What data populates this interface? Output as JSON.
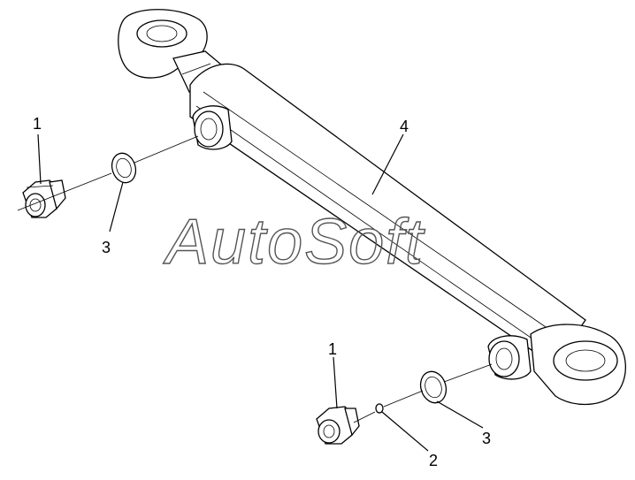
{
  "watermark": "AutoSoft",
  "callouts": {
    "c1_top": "1",
    "c3_left": "3",
    "c4": "4",
    "c1_bottom": "1",
    "c2": "2",
    "c3_bottom": "3"
  }
}
